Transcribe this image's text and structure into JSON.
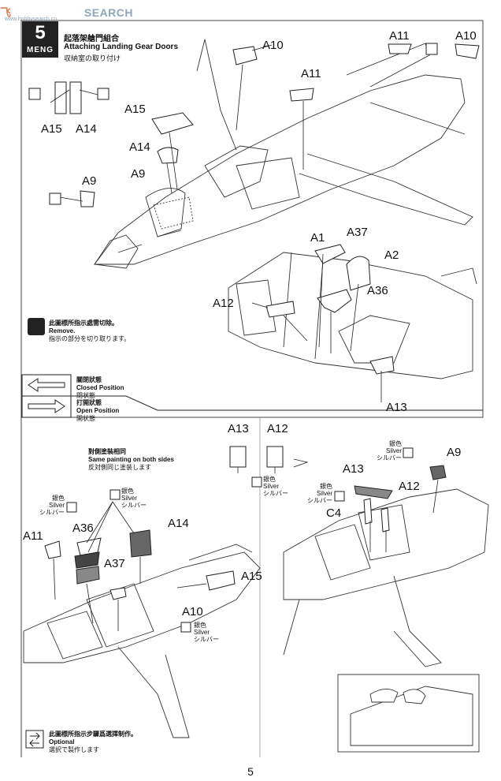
{
  "watermark": {
    "brand": "飞",
    "site": "SEARCH",
    "url": "www.hobbysearch.cn"
  },
  "header": {
    "step_number": "5",
    "brand_logo": "MENG",
    "title_zh": "起落架艙門組合",
    "title_en": "Attaching Landing Gear Doors",
    "title_ja": "収納室の取り付け"
  },
  "legend_remove": {
    "icon": "cutter-icon",
    "zh": "此圖標所指示處需切除。",
    "en": "Remove.",
    "ja": "指示の部分を切り取ります。"
  },
  "legend_positions": {
    "closed_zh": "關閉狀態",
    "closed_en": "Closed Position",
    "closed_ja": "閉状態",
    "open_zh": "打開狀態",
    "open_en": "Open Position",
    "open_ja": "開状態"
  },
  "legend_optional": {
    "zh": "此圖標所指示步驟爲選擇制作。",
    "en": "Optional",
    "ja": "選択で製作します"
  },
  "same_painting": {
    "zh": "對側塗裝相同",
    "en": "Same painting on both sides",
    "ja": "反対側同じ塗装します"
  },
  "paint": {
    "zh": "銀色",
    "en": "Silver",
    "ja": "シルバー"
  },
  "part_labels": {
    "a10_top": "A10",
    "a11_top": "A11",
    "a15_top": "A15",
    "a14_top": "A14",
    "a9_top": "A9",
    "a15_pair": "A15",
    "a14_pair": "A14",
    "a11_corner": "A11",
    "a10_corner": "A10",
    "a1": "A1",
    "a37": "A37",
    "a2": "A2",
    "a36": "A36",
    "a12": "A12",
    "a13": "A13",
    "bl_a11": "A11",
    "bl_a36": "A36",
    "bl_a14": "A14",
    "bl_a37": "A37",
    "bl_a15": "A15",
    "bl_a10": "A10",
    "br_a13": "A13",
    "br_a12": "A12",
    "br_a9": "A9",
    "br_a13b": "A13",
    "br_a12b": "A12",
    "br_c4": "C4"
  },
  "page_number": "5"
}
